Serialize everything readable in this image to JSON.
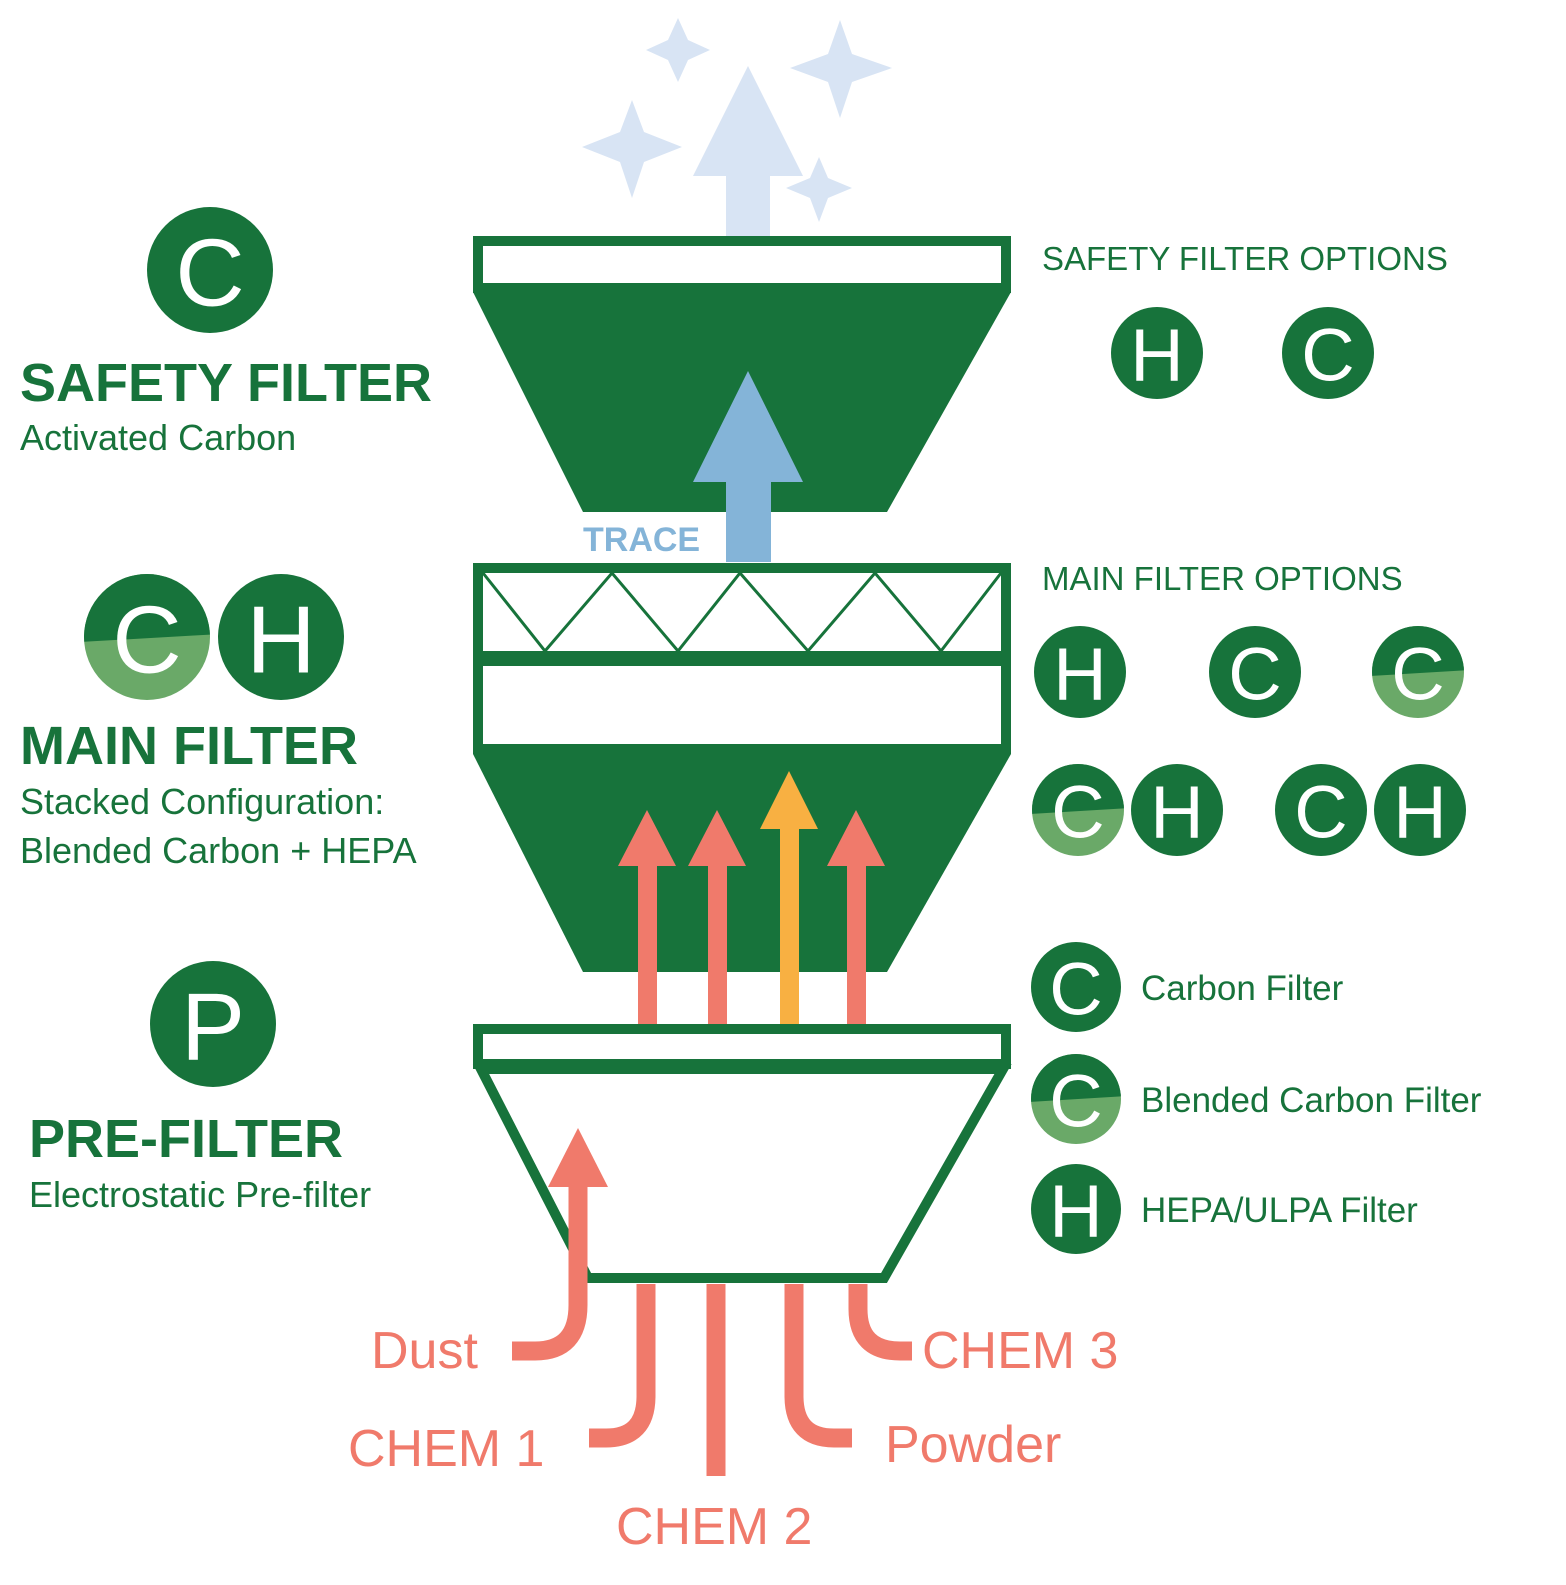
{
  "colors": {
    "green": "#17733b",
    "light_green": "#6aa968",
    "salmon": "#f07a6b",
    "orange": "#f8b042",
    "blue": "#84b4d8",
    "pale_blue": "#d8e4f4",
    "white": "#ffffff"
  },
  "stages": {
    "safety": {
      "title": "SAFETY FILTER",
      "subtitle": "Activated Carbon",
      "badge": "C"
    },
    "main": {
      "title": "MAIN FILTER",
      "subtitle_line1": "Stacked Configuration:",
      "subtitle_line2": "Blended Carbon + HEPA",
      "badge_left": "C",
      "badge_right": "H"
    },
    "pre": {
      "title": "PRE-FILTER",
      "subtitle": "Electrostatic Pre-filter",
      "badge": "P"
    }
  },
  "safety_options": {
    "heading": "SAFETY FILTER OPTIONS",
    "badges": [
      "H",
      "C"
    ]
  },
  "main_options": {
    "heading": "MAIN FILTER OPTIONS",
    "row1": [
      "H",
      "C",
      "C"
    ],
    "row2": [
      "C",
      "H",
      "C",
      "H"
    ]
  },
  "legend": [
    {
      "badge": "C",
      "label": "Carbon Filter",
      "type": "carbon"
    },
    {
      "badge": "C",
      "label": "Blended Carbon Filter",
      "type": "blended"
    },
    {
      "badge": "H",
      "label": "HEPA/ULPA Filter",
      "type": "hepa"
    }
  ],
  "trace_label": "TRACE",
  "inputs": {
    "dust": "Dust",
    "chem1": "CHEM 1",
    "chem2": "CHEM 2",
    "chem3": "CHEM 3",
    "powder": "Powder"
  }
}
